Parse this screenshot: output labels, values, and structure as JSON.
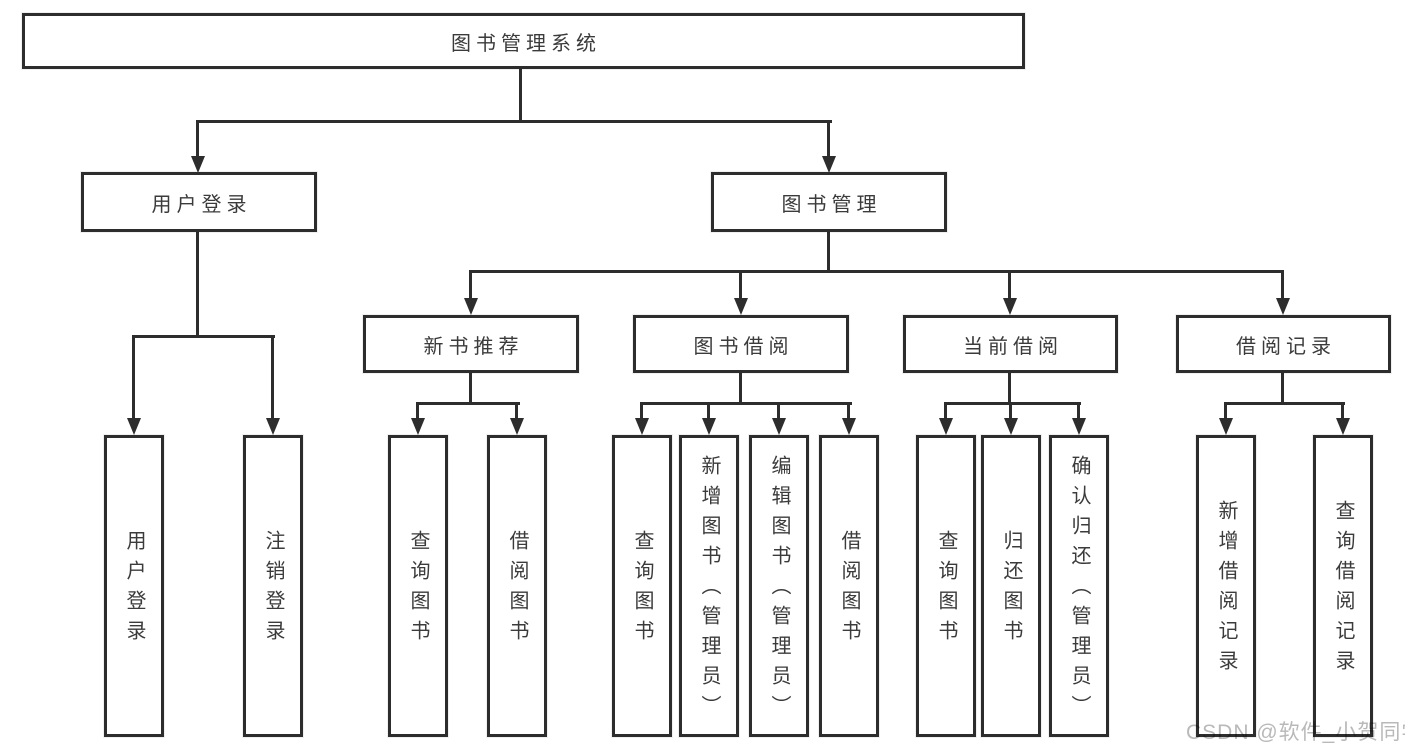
{
  "tree": {
    "root": {
      "label": "图书管理系统"
    },
    "level2": [
      {
        "label": "用户登录",
        "children": [
          {
            "label": "用户登录"
          },
          {
            "label": "注销登录"
          }
        ]
      },
      {
        "label": "图书管理",
        "children": [
          {
            "label": "新书推荐",
            "children": [
              {
                "label": "查询图书"
              },
              {
                "label": "借阅图书"
              }
            ]
          },
          {
            "label": "图书借阅",
            "children": [
              {
                "label": "查询图书"
              },
              {
                "label": "新增图书（管理员）"
              },
              {
                "label": "编辑图书（管理员）"
              },
              {
                "label": "借阅图书"
              }
            ]
          },
          {
            "label": "当前借阅",
            "children": [
              {
                "label": "查询图书"
              },
              {
                "label": "归还图书"
              },
              {
                "label": "确认归还（管理员）"
              }
            ]
          },
          {
            "label": "借阅记录",
            "children": [
              {
                "label": "新增借阅记录"
              },
              {
                "label": "查询借阅记录"
              }
            ]
          }
        ]
      }
    ]
  },
  "watermark": {
    "text": "CSDN @软件_小贺同学"
  },
  "colors": {
    "line": "#2d2d2d",
    "text": "#3b3b3b",
    "watermark": "#b9b9b9",
    "background": "#ffffff"
  }
}
